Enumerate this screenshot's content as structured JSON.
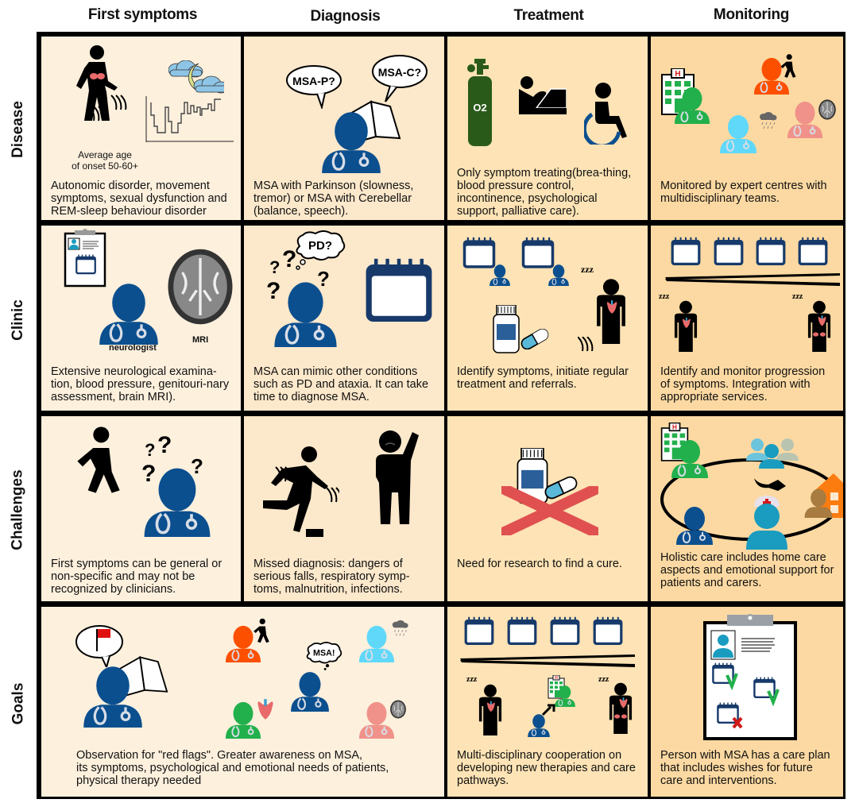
{
  "columns": [
    "First symptoms",
    "Diagnosis",
    "Treatment",
    "Monitoring"
  ],
  "rows": [
    "Disease",
    "Clinic",
    "Challenges",
    "Goals"
  ],
  "colors": {
    "cell_first": "#fdf0dd",
    "cell_diagnosis": "#fce8cb",
    "cell_treatment": "#fde3b5",
    "cell_monitoring": "#fcd9a2",
    "doctor_blue": "#0b4f8f",
    "green": "#22b04c",
    "orange": "#fc5000",
    "light_blue": "#5fd8fa",
    "salmon": "#f0928a",
    "red_x": "#e05050",
    "oxygen_green": "#2a5a1a"
  },
  "cells": {
    "disease": {
      "first_symptoms": {
        "icon_label": "Average age of onset 50-60+",
        "icon_label_line1": "Average age",
        "icon_label_line2": "of onset 50-60+",
        "icons": [
          "walking-person-tremor-icon",
          "moon-clouds-icon",
          "sleep-hypnogram-icon"
        ],
        "text": "Autonomic disorder, movement symptoms, sexual dysfunction and REM-sleep behaviour disorder"
      },
      "diagnosis": {
        "bubbles": [
          "MSA-P?",
          "MSA-C?"
        ],
        "icons": [
          "doctor-icon",
          "book-icon",
          "speech-bubble-icon"
        ],
        "text": "MSA with Parkinson (slowness, tremor) or MSA with Cerebellar (balance, speech)."
      },
      "treatment": {
        "oxygen_label": "O2",
        "icons": [
          "oxygen-tank-icon",
          "hospital-bed-icon",
          "wheelchair-icon"
        ],
        "text": "Only symptom treating(brea-thing, blood pressure control, incontinence, psychological support, palliative care)."
      },
      "monitoring": {
        "icons": [
          "hospital-icon",
          "doctor-green-icon",
          "doctor-orange-icon",
          "walking-icon",
          "doctor-lightblue-icon",
          "rain-cloud-icon",
          "doctor-salmon-icon",
          "brain-scan-icon"
        ],
        "text": "Monitored by expert centres with multidisciplinary teams."
      }
    },
    "clinic": {
      "first_symptoms": {
        "labels": [
          "neurologist",
          "MRI"
        ],
        "icons": [
          "clipboard-icon",
          "doctor-icon",
          "brain-mri-icon"
        ],
        "text": "Extensive neurological examina-tion, blood pressure, genitouri-nary assessment, brain MRI)."
      },
      "diagnosis": {
        "bubble": "PD?",
        "icons": [
          "doctor-confused-icon",
          "question-marks-icon",
          "calendar-icon"
        ],
        "text": "MSA can mimic other conditions such as PD and ataxia. It can take time to diagnose MSA."
      },
      "treatment": {
        "zzz": "zzz",
        "icons": [
          "calendar-icon",
          "doctor-small-icon",
          "pill-bottle-icon",
          "capsule-icon",
          "patient-heart-icon"
        ],
        "text": "Identify symptoms, initiate regular treatment and referrals."
      },
      "monitoring": {
        "zzz": "zzz",
        "icons": [
          "calendar-icon",
          "progression-wedge-icon",
          "patient-icon",
          "patient-advanced-icon"
        ],
        "text": "Identify and monitor progression of symptoms. Integration with appropriate services."
      }
    },
    "challenges": {
      "first_symptoms": {
        "icons": [
          "walking-person-tremor-icon",
          "doctor-confused-icon"
        ],
        "text": "First symptoms can be general or non-specific and may not be recognized by clinicians."
      },
      "diagnosis": {
        "icons": [
          "falling-person-icon",
          "confused-person-icon"
        ],
        "text": "Missed diagnosis: dangers of serious falls, respiratory symp-toms, malnutrition, infections."
      },
      "treatment": {
        "icons": [
          "pill-bottle-icon",
          "capsule-icon",
          "red-x-icon"
        ],
        "text": "Need for research to find a cure."
      },
      "monitoring": {
        "icons": [
          "hospital-icon",
          "doctor-green-icon",
          "family-icon",
          "hand-icon",
          "home-icon",
          "carer-icon",
          "nurse-icon",
          "doctor-icon",
          "care-circle-icon"
        ],
        "text": "Holistic care includes home care aspects and emotional support for patients and carers."
      }
    },
    "goals": {
      "first_and_diagnosis": {
        "bubble": "MSA!",
        "icons": [
          "doctor-icon",
          "red-flag-bubble-icon",
          "book-icon",
          "doctor-orange-icon",
          "doctor-lightblue-icon",
          "doctor-green-icon",
          "doctor-salmon-icon",
          "heart-icon",
          "brain-scan-icon",
          "rain-cloud-icon",
          "walking-icon"
        ],
        "text_line1": "Observation for \"red flags\". Greater awareness on MSA,",
        "text_line2": "its symptoms, psychological and emotional needs of patients,",
        "text_line3": "physical therapy needed"
      },
      "treatment": {
        "zzz": "zzz",
        "icons": [
          "calendar-icon",
          "progression-wedge-icon",
          "patient-icon",
          "hospital-icon",
          "referral-arrow-icon",
          "doctor-small-icon"
        ],
        "text": "Multi-disciplinary cooperation on developing new therapies and care pathways."
      },
      "monitoring": {
        "icons": [
          "care-plan-clipboard-icon",
          "calendar-check-icon",
          "calendar-cross-icon"
        ],
        "text": "Person with MSA has a care plan that includes wishes for future care and interventions."
      }
    }
  }
}
